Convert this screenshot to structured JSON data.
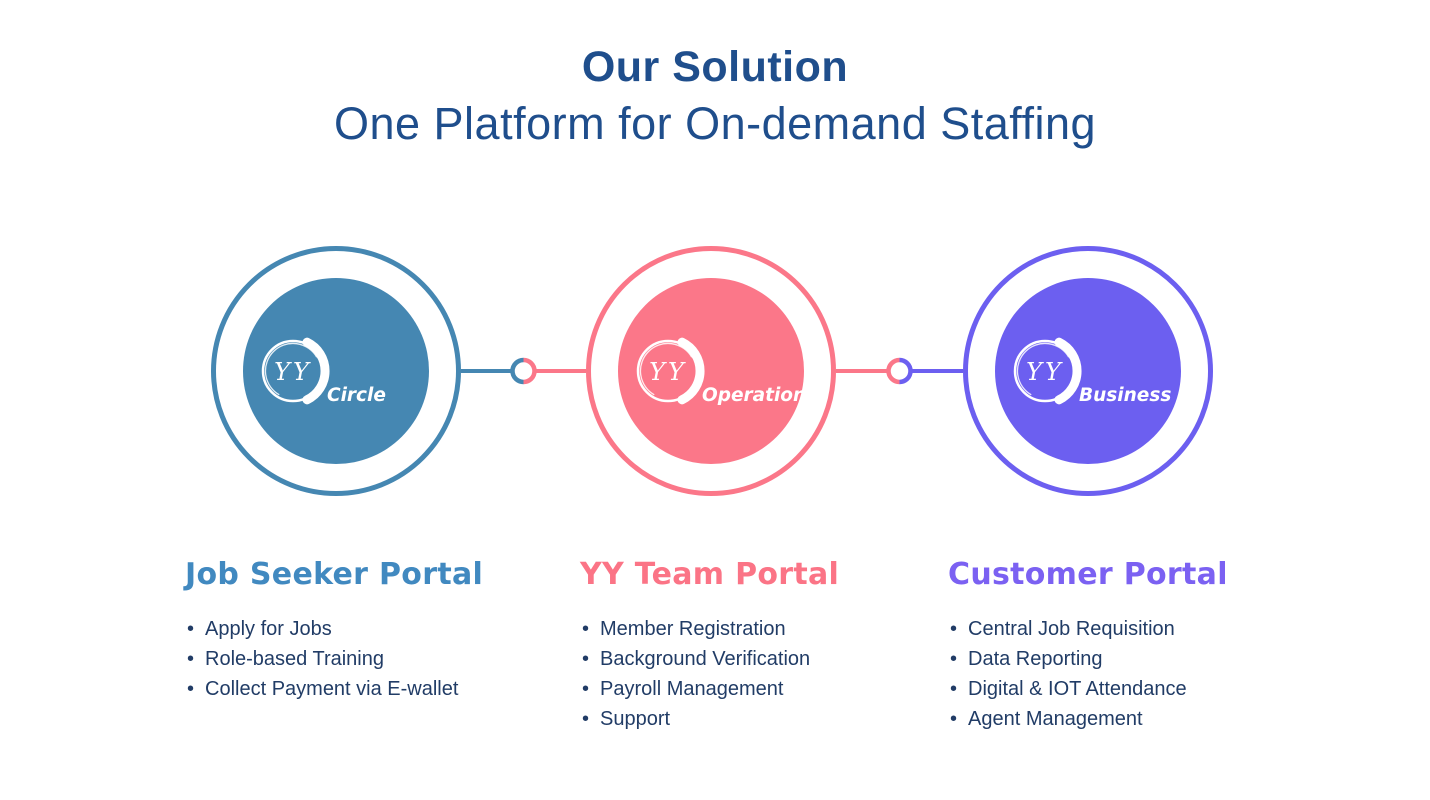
{
  "header": {
    "title": "Our Solution",
    "subtitle": "One Platform for On-demand Staffing"
  },
  "portals": [
    {
      "logo_prefix": "YY",
      "logo_name": "Circle",
      "heading": "Job Seeker Portal",
      "theme_color": "#4587B2",
      "heading_color": "#4189C0",
      "items": [
        "Apply for Jobs",
        "Role-based Training",
        "Collect Payment via E-wallet"
      ]
    },
    {
      "logo_prefix": "YY",
      "logo_name": "Operation",
      "heading": "YY Team Portal",
      "theme_color": "#FB7789",
      "heading_color": "#FB7486",
      "items": [
        "Member Registration",
        "Background Verification",
        "Payroll Management",
        "Support"
      ]
    },
    {
      "logo_prefix": "YY",
      "logo_name": "Business",
      "heading": "Customer Portal",
      "theme_color": "#6C5FF0",
      "heading_color": "#7B61F2",
      "items": [
        "Central Job Requisition",
        "Data Reporting",
        "Digital & IOT Attendance",
        "Agent Management"
      ]
    }
  ],
  "connectors": [
    {
      "left_color": "#4587B2",
      "right_color": "#FB7789"
    },
    {
      "left_color": "#FB7789",
      "right_color": "#6C5FF0"
    }
  ],
  "text_colors": {
    "title": "#1F4E8C",
    "body": "#213C66"
  }
}
